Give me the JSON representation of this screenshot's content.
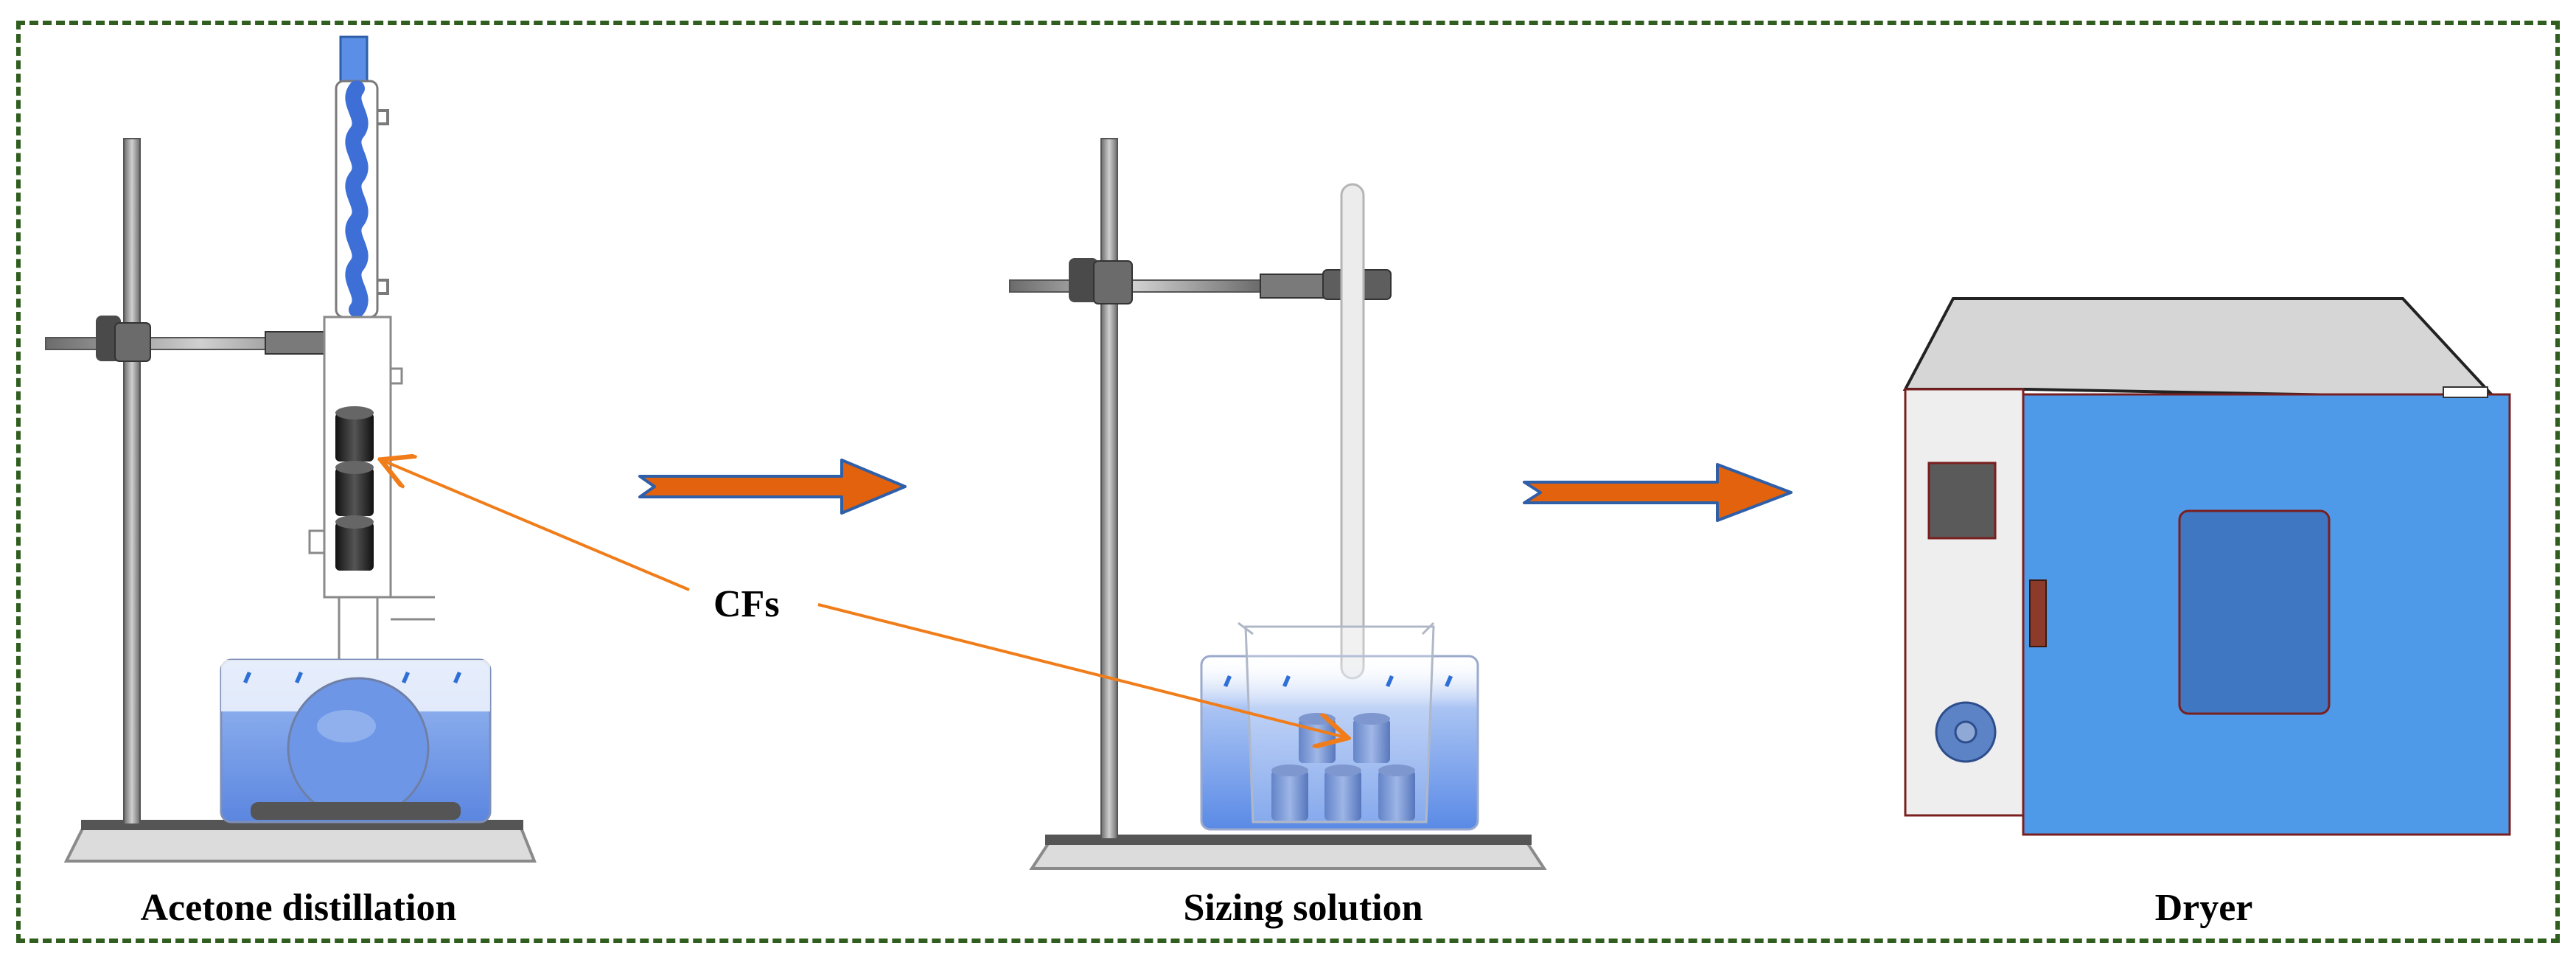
{
  "labels": {
    "step1": "Acetone distillation",
    "step2": "Sizing solution",
    "step3": "Dryer",
    "fibers": "CFs"
  },
  "colors": {
    "frame": "#2f5e1f",
    "arrow_fill": "#e3620d",
    "arrow_stroke": "#2e5fa8",
    "pointer": "#f07d1a",
    "liquid": "#5b8ee6",
    "oven_door": "#4f9ae8",
    "oven_top": "#d6d6d6",
    "fiber": "#2b2b2b"
  },
  "icons": [
    "distillation-apparatus",
    "beaker-with-stand",
    "drying-oven",
    "process-arrow"
  ]
}
